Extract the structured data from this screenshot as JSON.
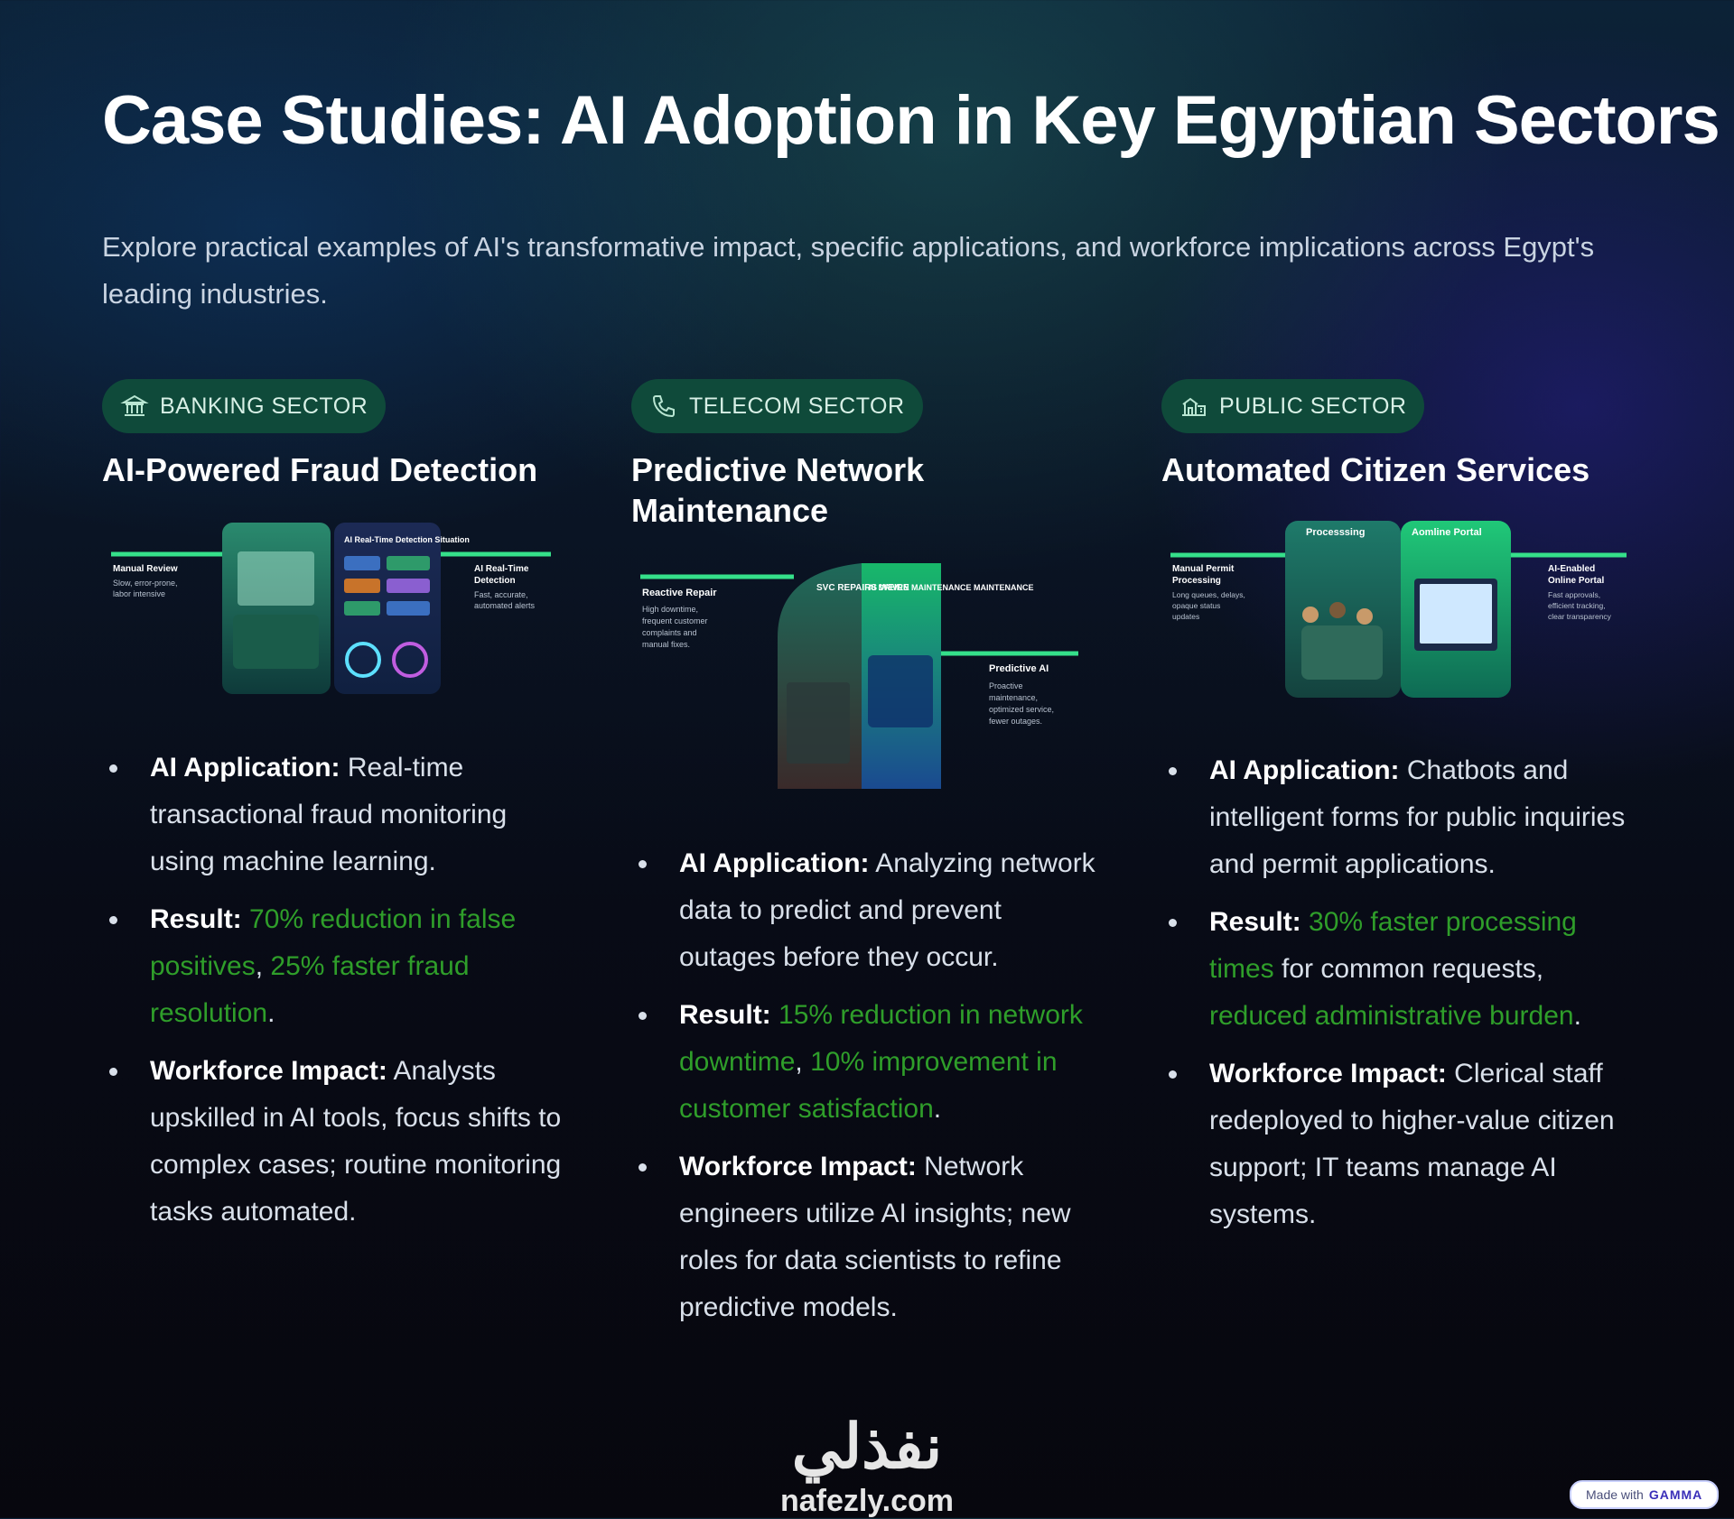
{
  "page": {
    "title": "Case Studies: AI Adoption in Key Egyptian Sectors",
    "subtitle": "Explore practical examples of AI's transformative impact, specific applications, and workforce implications across Egypt's leading industries."
  },
  "columns": [
    {
      "badge": "BANKING SECTOR",
      "badge_icon": "bank-icon",
      "title": "AI-Powered Fraud Detection",
      "illustration": {
        "left_label": "Manual Review",
        "left_desc": [
          "Slow, error-prone,",
          "labor intensive"
        ],
        "right_label": [
          "AI Real-Time",
          "Detection"
        ],
        "right_desc": [
          "Fast, accurate,",
          "automated alerts"
        ],
        "panel_right_title": "AI Real-Time Detection Situation"
      },
      "bullets": [
        {
          "label": "AI Application:",
          "text": " Real-time transactional fraud monitoring using machine learning."
        },
        {
          "label": "Result:",
          "hl1": "70% reduction in false positives",
          "sep": ", ",
          "hl2": "25% faster fraud resolution",
          "end": "."
        },
        {
          "label": "Workforce Impact:",
          "text": " Analysts upskilled in AI tools, focus shifts to complex cases; routine monitoring tasks automated."
        }
      ]
    },
    {
      "badge": "TELECOM SECTOR",
      "badge_icon": "phone-icon",
      "title": "Predictive Network Maintenance",
      "illustration": {
        "left_label": "Reactive Repair",
        "left_desc": [
          "High downtime,",
          "frequent customer",
          "complaints and",
          "manual fixes."
        ],
        "right_label": [
          "Predictive AI"
        ],
        "right_desc": [
          "Proactive",
          "maintenance,",
          "optimized service,",
          "fewer outages."
        ],
        "panel_left_title": "SVC REPAIRS WEIRE",
        "panel_right_title": "AI DRIVEN MAINTENANCE MAINTENANCE"
      },
      "bullets": [
        {
          "label": "AI Application:",
          "text": " Analyzing network data to predict and prevent outages before they occur."
        },
        {
          "label": "Result:",
          "hl1": "15% reduction in network downtime",
          "sep": ", ",
          "hl2": "10% improvement in customer satisfaction",
          "end": "."
        },
        {
          "label": "Workforce Impact:",
          "text": " Network engineers utilize AI insights; new roles for data scientists to refine predictive models."
        }
      ]
    },
    {
      "badge": "PUBLIC SECTOR",
      "badge_icon": "government-building-icon",
      "title": "Automated Citizen Services",
      "illustration": {
        "left_label": [
          "Manual Permit",
          "Processing"
        ],
        "left_desc": [
          "Long queues, delays,",
          "opaque status",
          "updates"
        ],
        "right_label": [
          "AI-Enabled",
          "Online Portal"
        ],
        "right_desc": [
          "Fast approvals,",
          "efficient tracking,",
          "clear transparency"
        ],
        "panel_left_title": "Processsing",
        "panel_right_title": "Aomline Portal"
      },
      "bullets": [
        {
          "label": "AI Application:",
          "text": " Chatbots and intelligent forms for public inquiries and permit applications."
        },
        {
          "label": "Result:",
          "hl1": "30% faster processing times",
          "sep": " for common requests, ",
          "hl2": "reduced administrative burden",
          "end": "."
        },
        {
          "label": "Workforce Impact:",
          "text": " Clerical staff redeployed to higher-value citizen support; IT teams manage AI systems."
        }
      ]
    }
  ],
  "footer": {
    "logo_arabic": "نفذلي",
    "logo_latin": "nafezly.com",
    "gamma_prefix": "Made with",
    "gamma_brand": "GAMMA"
  },
  "colors": {
    "highlight_green": "#2f9e2a",
    "badge_bg": "#0f4a3a",
    "accent_line": "#35e08a"
  }
}
